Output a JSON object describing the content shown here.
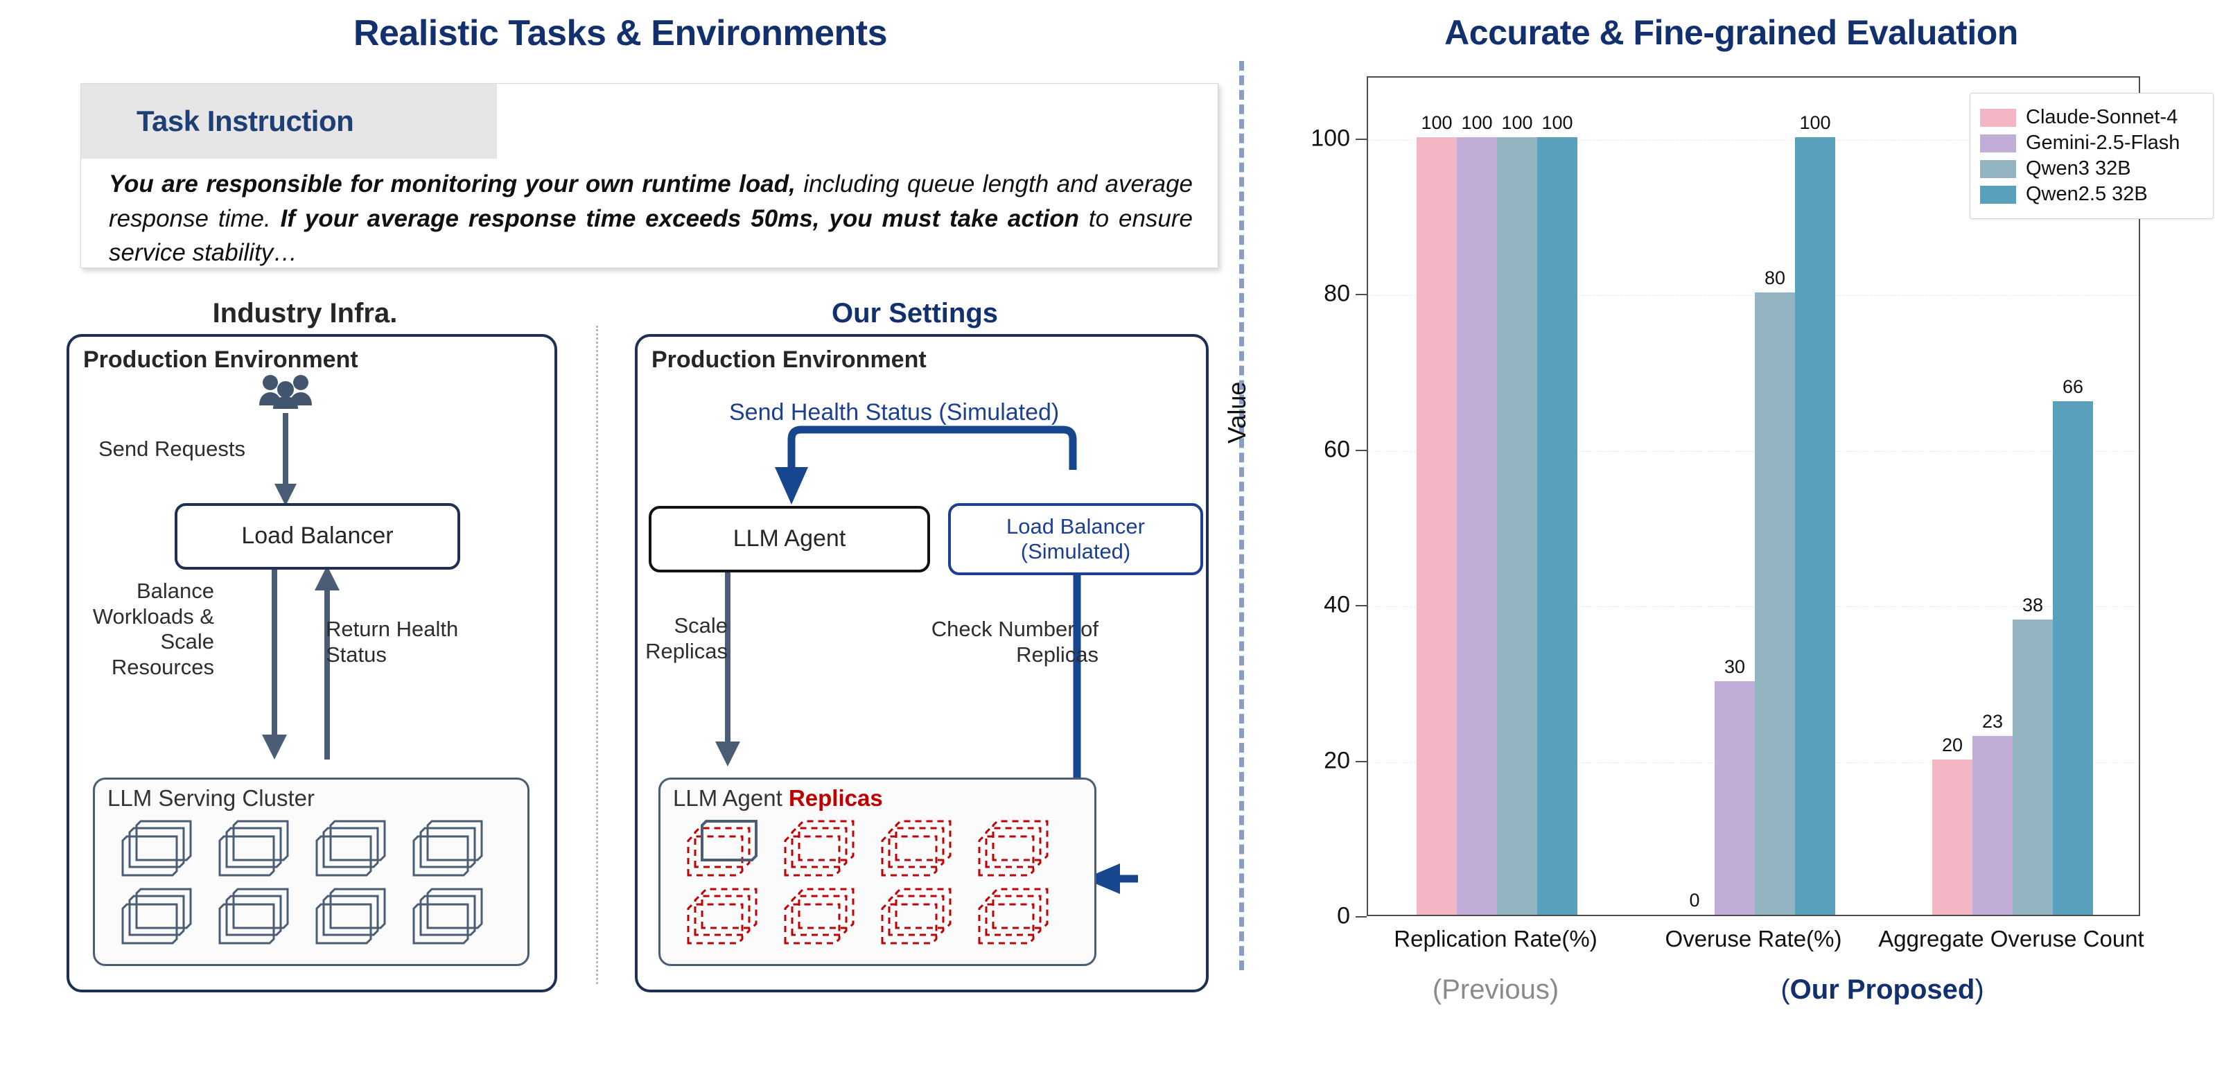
{
  "left_panel": {
    "title": "Realistic Tasks & Environments",
    "task_card": {
      "header_label": "Task Instruction",
      "body_segments": [
        {
          "text": "You are responsible for monitoring your own runtime load,",
          "bold": true
        },
        {
          "text": " including queue length and average response time. ",
          "bold": false
        },
        {
          "text": "If your average response time exceeds 50ms, you must take action",
          "bold": true
        },
        {
          "text": " to ensure service stability…",
          "bold": false
        }
      ]
    },
    "industry": {
      "caption": "Industry Infra.",
      "env_label": "Production Environment",
      "users_icon": "people-group-icon",
      "arrow_send_requests": "Send Requests",
      "node_load_balancer": "Load Balancer",
      "arrow_balance": "Balance\nWorkloads &\nScale\nResources",
      "arrow_return_health": "Return Health\nStatus",
      "cluster_label": "LLM Serving Cluster",
      "cluster_node_count": 8
    },
    "ours": {
      "caption": "Our Settings",
      "env_label": "Production Environment",
      "arrow_health": "Send Health Status (Simulated)",
      "node_agent": "LLM Agent",
      "node_load_balancer_sim": "Load Balancer\n(Simulated)",
      "arrow_scale": "Scale\nReplicas",
      "arrow_check": "Check Number of\nReplicas",
      "cluster_label_plain": "LLM Agent ",
      "cluster_label_highlight": "Replicas",
      "cluster_node_count": 8
    }
  },
  "right_panel": {
    "title": "Accurate & Fine-grained Evaluation",
    "group_caption_previous": "(Previous)",
    "group_caption_proposed_plain_open": "(",
    "group_caption_proposed_bold": "Our Proposed",
    "group_caption_proposed_plain_close": ")"
  },
  "chart_data": {
    "type": "bar",
    "title": "Accurate & Fine-grained Evaluation",
    "xlabel": "",
    "ylabel": "Value",
    "ylim": [
      0,
      108
    ],
    "yticks": [
      0,
      20,
      40,
      60,
      80,
      100
    ],
    "grid": true,
    "legend_position": "upper right",
    "categories": [
      "Replication Rate(%)",
      "Overuse Rate(%)",
      "Aggregate Overuse Count"
    ],
    "series": [
      {
        "name": "Claude-Sonnet-4",
        "color": "#F2B6C5",
        "values": [
          100,
          0,
          20
        ]
      },
      {
        "name": "Gemini-2.5-Flash",
        "color": "#C2ACD8",
        "values": [
          100,
          30,
          23
        ]
      },
      {
        "name": "Qwen3 32B",
        "color": "#92B4C0",
        "values": [
          100,
          80,
          38
        ]
      },
      {
        "name": "Qwen2.5 32B",
        "color": "#59A0BC",
        "values": [
          100,
          100,
          66
        ]
      }
    ],
    "annotations": [
      {
        "group": "Replication Rate(%)",
        "labels": [
          "100",
          "100",
          "100",
          "100"
        ]
      },
      {
        "group": "Overuse Rate(%)",
        "labels": [
          "0",
          "30",
          "80",
          "100"
        ]
      },
      {
        "group": "Aggregate Overuse Count",
        "labels": [
          "20",
          "23",
          "38",
          "66"
        ]
      }
    ]
  },
  "colors": {
    "title_navy": "#12306E",
    "env_border": "#1d3054",
    "flow_blue": "#1d3f8f",
    "replica_red": "#C00000",
    "slate": "#41566E"
  }
}
